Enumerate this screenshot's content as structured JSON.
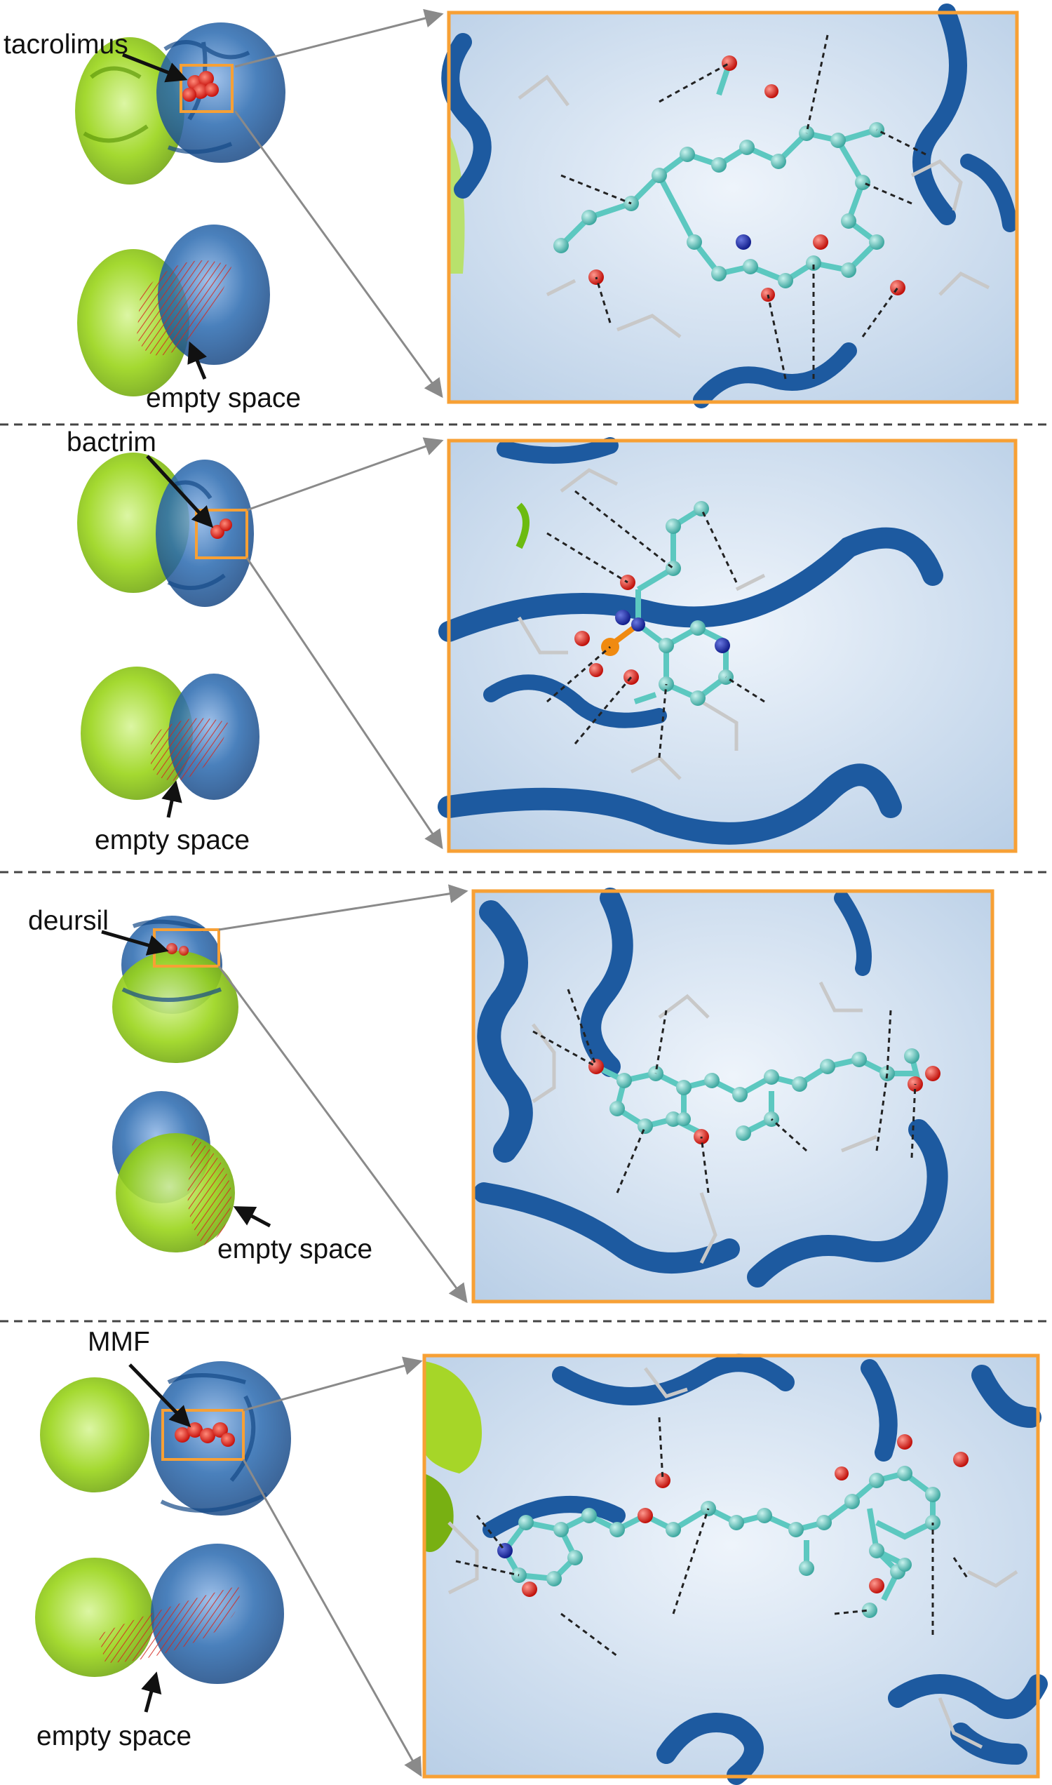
{
  "colors": {
    "partner_protein": "#9ad51a",
    "target_protein": "#2a6ab0",
    "ligand": "#e81810",
    "highlight_box": "#f7a035",
    "ligand_carbon": "#5cc8c0",
    "residue": "#c8c8c8",
    "arrow": "#8a8a8a",
    "divider": "#444444"
  },
  "panels": [
    {
      "ligand_label": "tacrolimus",
      "empty_label": "empty space"
    },
    {
      "ligand_label": "bactrim",
      "empty_label": "empty space"
    },
    {
      "ligand_label": "deursil",
      "empty_label": "empty space"
    },
    {
      "ligand_label": "MMF",
      "empty_label": "empty space"
    }
  ]
}
